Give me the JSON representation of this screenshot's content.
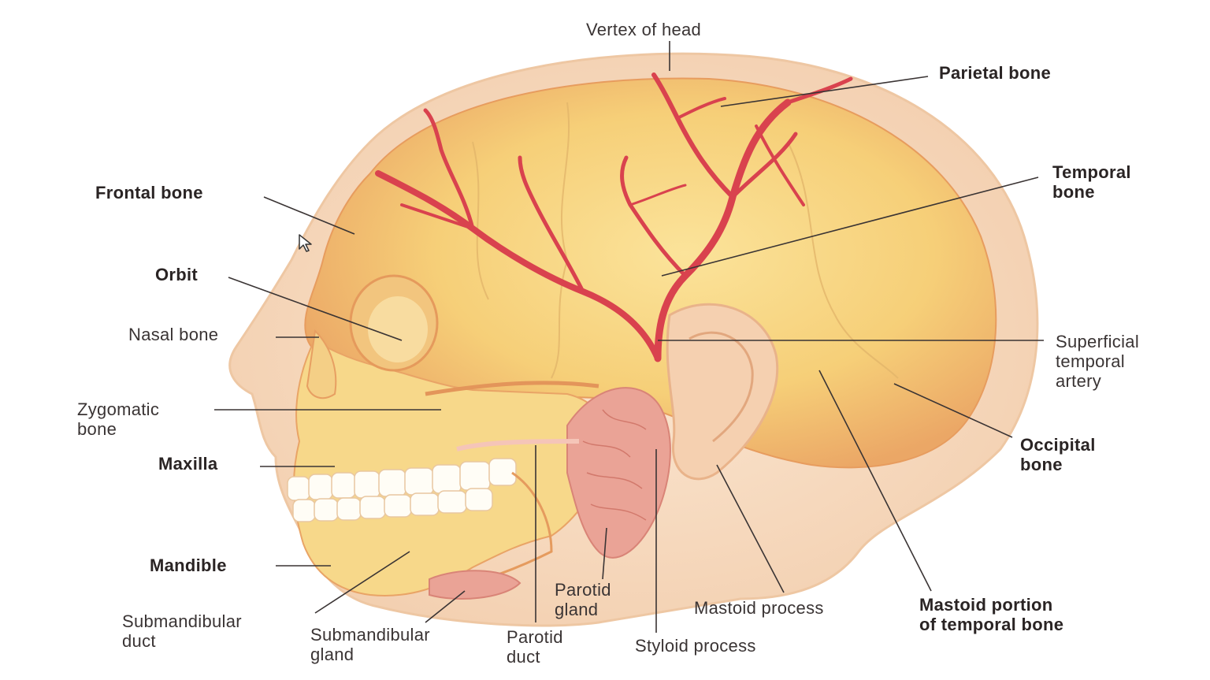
{
  "labels": {
    "vertex": "Vertex of head",
    "parietal": "Parietal bone",
    "frontal": "Frontal bone",
    "temporal": "Temporal\nbone",
    "orbit": "Orbit",
    "nasal": "Nasal bone",
    "superficial_temporal_artery": "Superficial\ntemporal\nartery",
    "zygomatic": "Zygomatic\nbone",
    "occipital": "Occipital\nbone",
    "maxilla": "Maxilla",
    "mandible": "Mandible",
    "parotid_gland": "Parotid\ngland",
    "mastoid_process": "Mastoid process",
    "mastoid_portion": "Mastoid portion\nof temporal bone",
    "submandibular_duct": "Submandibular\nduct",
    "submandibular_gland": "Submandibular\ngland",
    "parotid_duct": "Parotid\nduct",
    "styloid_process": "Styloid process"
  },
  "colors": {
    "skull_fill": "#f6d27a",
    "skull_shade": "#eca868",
    "skin_outline": "#f3d2b8",
    "artery": "#d9424e",
    "gland": "#e9a296",
    "leader": "#3a3434"
  },
  "icons": {
    "cursor": "mouse-pointer-icon"
  }
}
